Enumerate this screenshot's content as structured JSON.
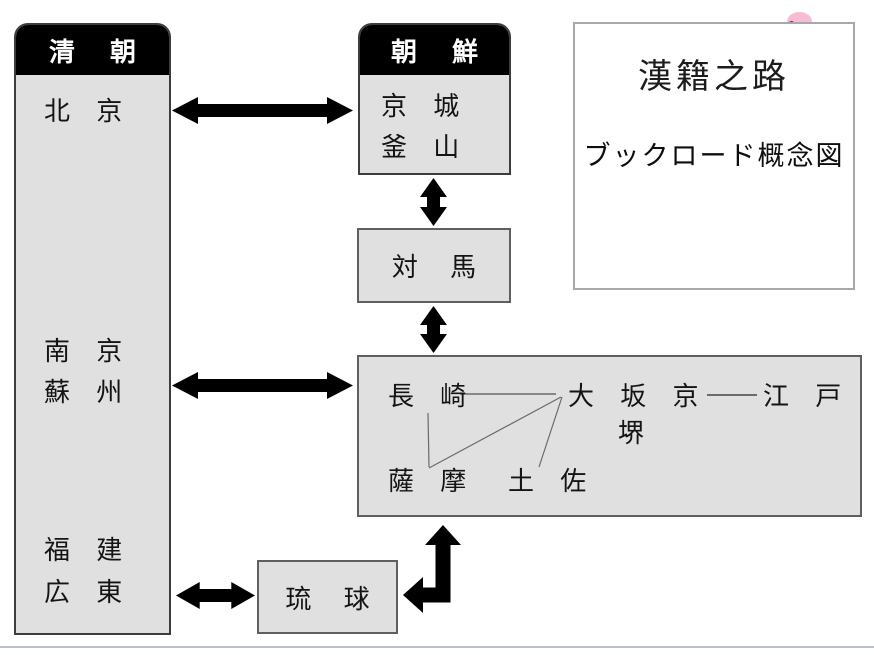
{
  "legend": {
    "title": "漢籍之路",
    "subtitle": "ブックロード概念図"
  },
  "qing": {
    "header": "清 朝",
    "beijing": "北 京",
    "nanjing": "南 京",
    "suzhou": "蘇 州",
    "fujian": "福 建",
    "guangdong": "広 東"
  },
  "korea": {
    "header": "朝 鮮",
    "keijo": "京 城",
    "busan": "釜 山"
  },
  "tsushima": {
    "label": "対 馬"
  },
  "japan": {
    "nagasaki": "長 崎",
    "osaka_kyoto": "大 坂 京",
    "edo": "江 戸",
    "sakai": "堺",
    "satsuma": "薩 摩",
    "tosa": "土 佐"
  },
  "ryukyu": {
    "label": "琉 球"
  },
  "colors": {
    "box_fill": "#e0e0e0",
    "box_border": "#5f5f5f",
    "header_fill": "#000000",
    "header_text": "#ffffff",
    "arrow": "#000000",
    "connector_line": "#6a6a6a",
    "legend_border": "#a8a8a8",
    "footer_line": "#b9c0c9",
    "accent_pink": "#f5bcd6",
    "accent_dark_pink": "#8e2740"
  }
}
